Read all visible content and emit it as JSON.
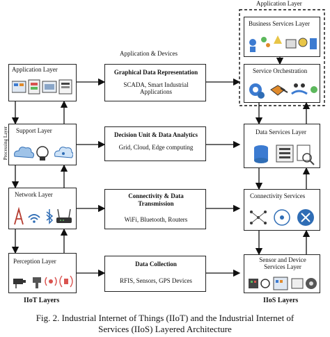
{
  "top_label_right": "Application Layer",
  "top_label_center": "Application & Devices",
  "side_label": "Processing Layer",
  "iiot_layers": [
    {
      "label": "Application Layer"
    },
    {
      "label": "Support Layer"
    },
    {
      "label": "Network Layer"
    },
    {
      "label": "Perception Layer"
    }
  ],
  "middle_boxes": [
    {
      "title": "Graphical Data Representation",
      "body": "SCADA, Smart Industrial Applications"
    },
    {
      "title": "Decision Unit & Data Analytics",
      "body": "Grid, Cloud, Edge computing"
    },
    {
      "title": "Connectivity & Data Transmission",
      "body": "WiFi, Bluetooth, Routers"
    },
    {
      "title": "Data Collection",
      "body": "RFIS, Sensors, GPS Devices"
    }
  ],
  "iios_layers": [
    {
      "label": "Business Services Layer"
    },
    {
      "label": "Service Orchestration"
    },
    {
      "label": "Data Services Layer"
    },
    {
      "label": "Connectivity Services"
    },
    {
      "label": "Sensor and Device Services Layer"
    }
  ],
  "footer_left": "IIoT Layers",
  "footer_right": "IIoS Layers",
  "caption_line1": "Fig. 2. Industrial Internet of Things (IIoT) and the Industrial Internet of",
  "caption_line2": "Services (IIoS) Layered Architecture"
}
